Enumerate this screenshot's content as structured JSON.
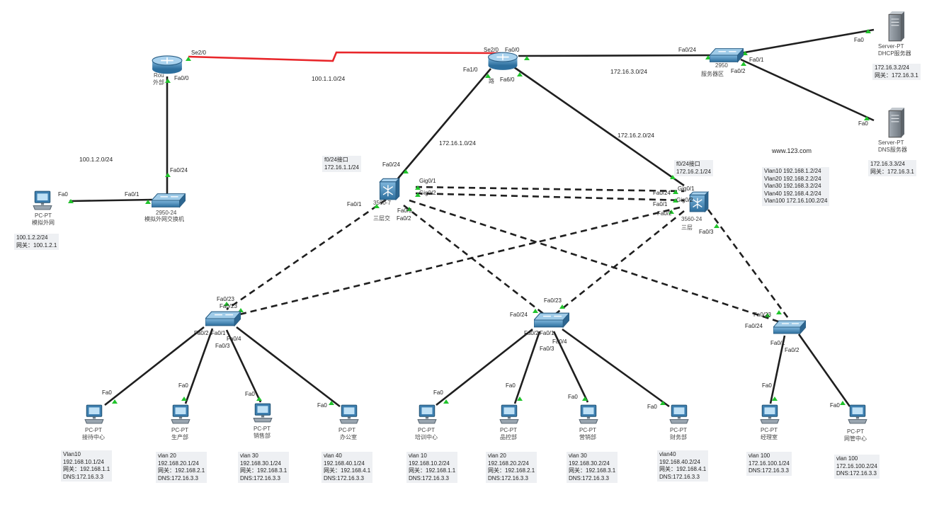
{
  "colors": {
    "link": "#1f1f1f",
    "serial": "#e8262a",
    "port_marker": "#21c42c",
    "device_blue": "#3c86b8",
    "server_gray": "#8c949c",
    "note_bg": "#eef0f3"
  },
  "icons": {
    "router": "router-icon",
    "l2_switch": "switch-icon",
    "l3_switch": "multilayer-switch-icon",
    "pc": "pc-icon",
    "server": "server-icon"
  },
  "devices": {
    "router_left": {
      "name": "Rou",
      "sub": "外部"
    },
    "router_center": {
      "name": "",
      "sub": "路"
    },
    "sw_outside": {
      "model": "2950-24",
      "sub": "模拟外网交换机"
    },
    "sw_server": {
      "model": "2950",
      "sub": "服务器区"
    },
    "ml_left": {
      "model": "3560-7",
      "sub": "三层交"
    },
    "ml_right": {
      "model": "3560-24",
      "sub": "三层"
    },
    "srv_dhcp": {
      "type": "Server-PT",
      "name": "DHCP服务器",
      "ip": "172.16.3.2/24",
      "gw": "网关：172.16.3.1"
    },
    "srv_dns": {
      "type": "Server-PT",
      "name": "DNS服务器",
      "ip": "172.16.3.3/24",
      "gw": "网关：172.16.3.1"
    },
    "pc_outside": {
      "type": "PC-PT",
      "name": "模拟外网"
    }
  },
  "pcs": [
    {
      "type": "PC-PT",
      "name": "接待中心"
    },
    {
      "type": "PC-PT",
      "name": "生产部"
    },
    {
      "type": "PC-PT",
      "name": "销售部"
    },
    {
      "type": "PC-PT",
      "name": "办公室"
    },
    {
      "type": "PC-PT",
      "name": "培训中心"
    },
    {
      "type": "PC-PT",
      "name": "品控部"
    },
    {
      "type": "PC-PT",
      "name": "营销部"
    },
    {
      "type": "PC-PT",
      "name": "财务部"
    },
    {
      "type": "PC-PT",
      "name": "经理室"
    },
    {
      "type": "PC-PT",
      "name": "网管中心"
    }
  ],
  "port_labels": [
    {
      "text": "Se2/0"
    },
    {
      "text": "Fa0/0"
    },
    {
      "text": "Fa0/24"
    },
    {
      "text": "Fa0"
    },
    {
      "text": "Fa0/1"
    },
    {
      "text": "Se2/0"
    },
    {
      "text": "Fa0/0"
    },
    {
      "text": "Fa1/0"
    },
    {
      "text": "Fa6/0"
    },
    {
      "text": "Fa0/24"
    },
    {
      "text": "Fa0/1"
    },
    {
      "text": "Fa0/2"
    },
    {
      "text": "Fa0"
    },
    {
      "text": "Fa0"
    },
    {
      "text": "Fa0/24"
    },
    {
      "text": "Fa0/1"
    },
    {
      "text": "Gig0/1"
    },
    {
      "text": "Gig0/2"
    },
    {
      "text": "Fa0/3"
    },
    {
      "text": "Fa0/2"
    },
    {
      "text": "Gig0/1"
    },
    {
      "text": "Gig0/2"
    },
    {
      "text": "Fa0/24"
    },
    {
      "text": "Fa0/1"
    },
    {
      "text": "Fa0/2"
    },
    {
      "text": "Fa0/3"
    },
    {
      "text": "Fa0/23"
    },
    {
      "text": "Fa0/23"
    },
    {
      "text": "Fa0/2"
    },
    {
      "text": "Fa0/1"
    },
    {
      "text": "Fa0/4"
    },
    {
      "text": "Fa0/3"
    },
    {
      "text": "Fa0/23"
    },
    {
      "text": "Fa0/24"
    },
    {
      "text": "Fa0/2"
    },
    {
      "text": "Fa0/1"
    },
    {
      "text": "Fa0/4"
    },
    {
      "text": "Fa0/3"
    },
    {
      "text": "Fa0/23"
    },
    {
      "text": "Fa0/24"
    },
    {
      "text": "Fa0/1"
    },
    {
      "text": "Fa0/2"
    },
    {
      "text": "Fa0"
    },
    {
      "text": "Fa0"
    },
    {
      "text": "Fa0"
    },
    {
      "text": "Fa0"
    },
    {
      "text": "Fa0"
    },
    {
      "text": "Fa0"
    },
    {
      "text": "Fa0"
    },
    {
      "text": "Fa0"
    },
    {
      "text": "Fa0"
    },
    {
      "text": "Fa0"
    }
  ],
  "networks": [
    {
      "text": "100.1.1.0/24"
    },
    {
      "text": "172.16.3.0/24"
    },
    {
      "text": "100.1.2.0/24"
    },
    {
      "text": "172.16.1.0/24"
    },
    {
      "text": "172.16.2.0/24"
    }
  ],
  "notes": {
    "f0_24_left": {
      "line1": "f0/24接口",
      "line2": "172.16.1.1/24"
    },
    "f0_24_right": {
      "line1": "f0/24接口",
      "line2": "172.16.2.1/24"
    },
    "outside_pc": {
      "line1": "100.1.2.2/24",
      "line2": "网关：100.1.2.1"
    },
    "www": "www.123.com",
    "vlan_list": [
      "Vlan10 192.168.1.2/24",
      "Vlan20 192.168.2.2/24",
      "Vlan30 192.168.3.2/24",
      "Vlan40 192.168.4.2/24",
      "Vlan100 172.16.100.2/24"
    ]
  },
  "pc_info": [
    [
      "Vlan10",
      "192.168.10.1/24",
      "网关：192.168.1.1",
      "DNS:172.16.3.3"
    ],
    [
      "vlan 20",
      "192.168.20.1/24",
      "网关：192.168.2.1",
      "DNS:172.16.3.3"
    ],
    [
      "vlan 30",
      "192.168.30.1/24",
      "网关：192.168.3.1",
      "DNS:172.16.3.3"
    ],
    [
      "vlan 40",
      "192.168.40.1/24",
      "网关：192.168.4.1",
      "DNS:172.16.3.3"
    ],
    [
      "vlan 10",
      "192.168.10.2/24",
      "网关：192.168.1.1",
      "DNS:172.16.3.3"
    ],
    [
      "vlan 20",
      "192.168.20.2/24",
      "网关：192.168.2.1",
      "DNS:172.16.3.3"
    ],
    [
      "vlan 30",
      "192.168.30.2/24",
      "网关：192.168.3.1",
      "DNS:172.16.3.3"
    ],
    [
      "vlan40",
      "192.168.40.2/24",
      "网关：192.168.4.1",
      "DNS:172.16.3.3"
    ],
    [
      "vlan 100",
      "172.16.100.1/24",
      "DNS:172.16.3.3"
    ],
    [
      "vlan 100",
      "172.16.100.2/24",
      "DNS:172.16.3.3"
    ]
  ]
}
